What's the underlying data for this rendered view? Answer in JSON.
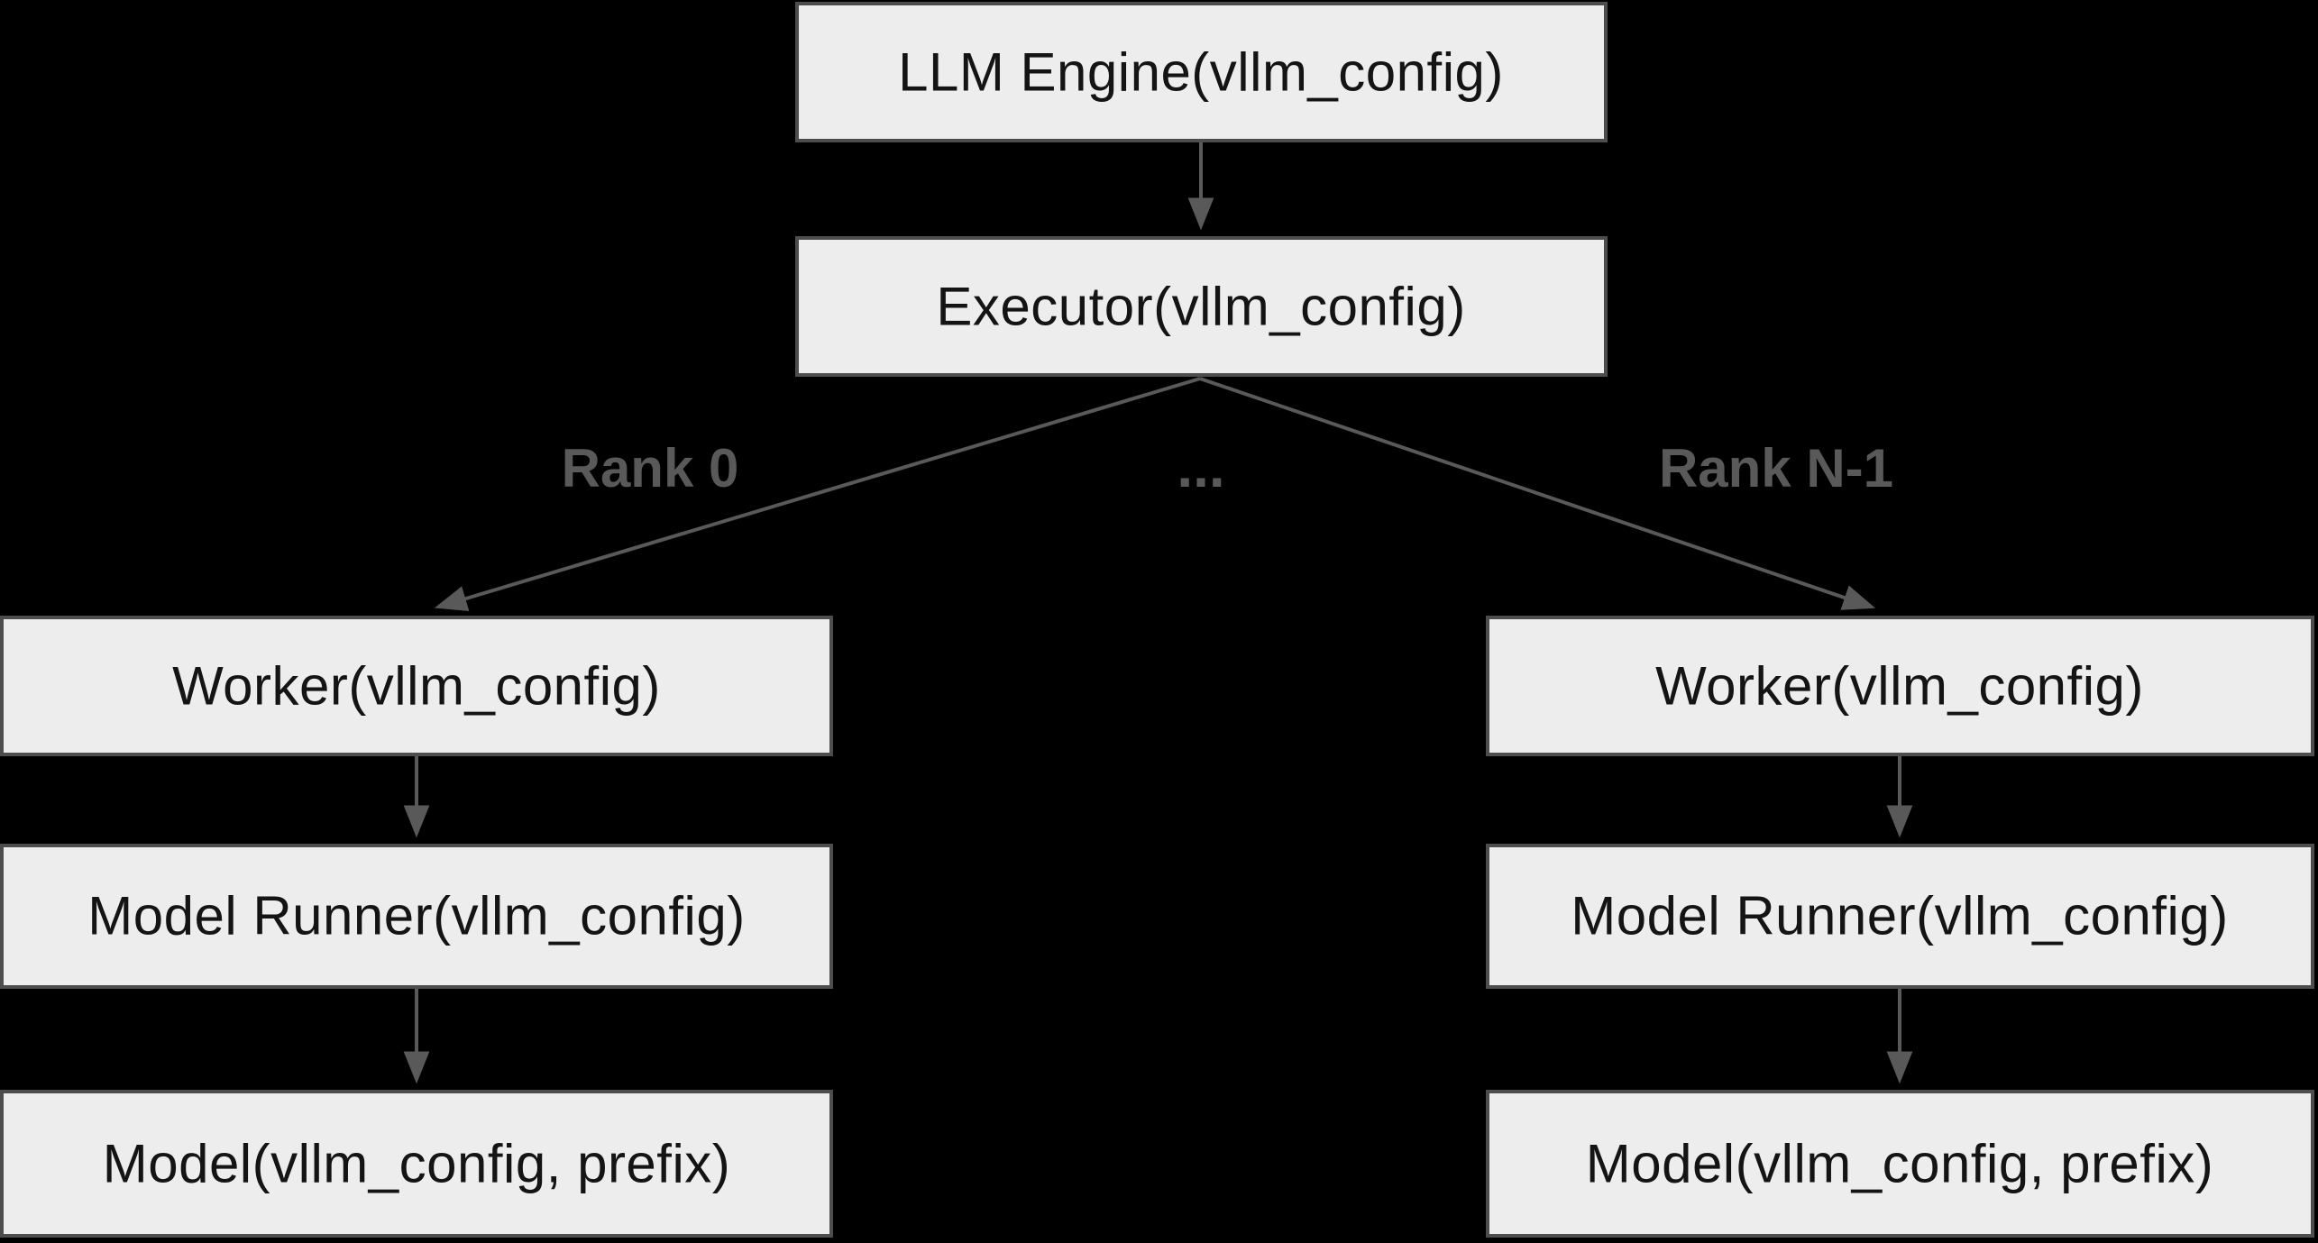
{
  "diagram": {
    "type": "flowchart-tree",
    "nodes": {
      "llm_engine": {
        "label": "LLM Engine(vllm_config)"
      },
      "executor": {
        "label": "Executor(vllm_config)"
      },
      "worker_left": {
        "label": "Worker(vllm_config)"
      },
      "worker_right": {
        "label": "Worker(vllm_config)"
      },
      "model_runner_left": {
        "label": "Model Runner(vllm_config)"
      },
      "model_runner_right": {
        "label": "Model Runner(vllm_config)"
      },
      "model_left": {
        "label": "Model(vllm_config, prefix)"
      },
      "model_right": {
        "label": "Model(vllm_config, prefix)"
      }
    },
    "edge_labels": {
      "rank_0": "Rank 0",
      "ellipsis": "...",
      "rank_n_1": "Rank N-1"
    },
    "colors": {
      "bg": "#000000",
      "node-fill": "#ededed",
      "node-border": "#4d4d4d",
      "node-text": "#141414",
      "edge": "#595959",
      "edge-label": "#595959"
    }
  }
}
